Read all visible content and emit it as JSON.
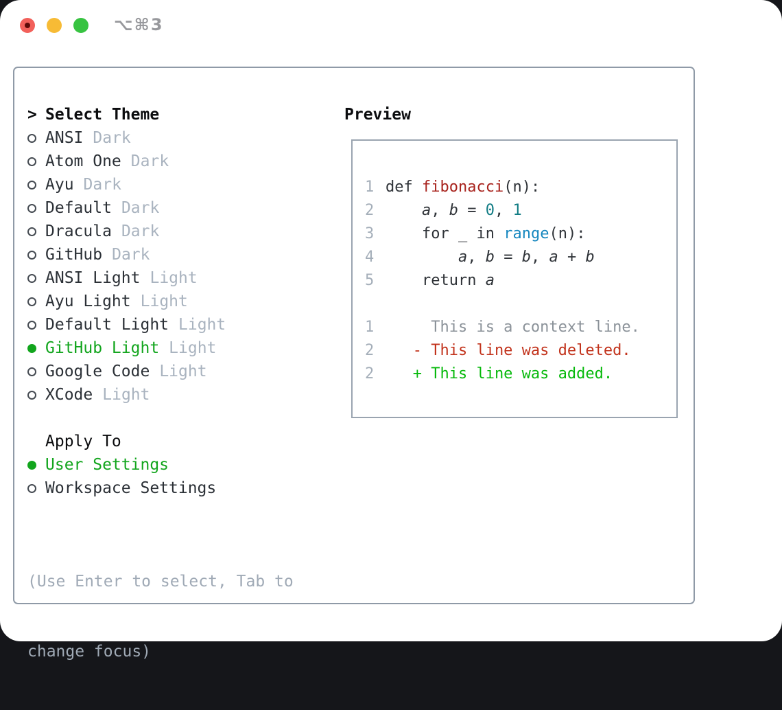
{
  "window": {
    "shortcut_title": "⌥⌘3"
  },
  "theme_panel": {
    "header": {
      "cursor": ">",
      "label": "Select Theme"
    },
    "themes": [
      {
        "name": "ANSI",
        "variant": "Dark",
        "selected": false
      },
      {
        "name": "Atom One",
        "variant": "Dark",
        "selected": false
      },
      {
        "name": "Ayu",
        "variant": "Dark",
        "selected": false
      },
      {
        "name": "Default",
        "variant": "Dark",
        "selected": false
      },
      {
        "name": "Dracula",
        "variant": "Dark",
        "selected": false
      },
      {
        "name": "GitHub",
        "variant": "Dark",
        "selected": false
      },
      {
        "name": "ANSI Light",
        "variant": "Light",
        "selected": false
      },
      {
        "name": "Ayu Light",
        "variant": "Light",
        "selected": false
      },
      {
        "name": "Default Light",
        "variant": "Light",
        "selected": false
      },
      {
        "name": "GitHub Light",
        "variant": "Light",
        "selected": true
      },
      {
        "name": "Google Code",
        "variant": "Light",
        "selected": false
      },
      {
        "name": "XCode",
        "variant": "Light",
        "selected": false
      }
    ],
    "apply_to": {
      "label": "Apply To",
      "options": [
        {
          "name": "User Settings",
          "selected": true
        },
        {
          "name": "Workspace Settings",
          "selected": false
        }
      ]
    },
    "hint_lines": [
      "(Use Enter to select, Tab to",
      "change focus)"
    ]
  },
  "preview": {
    "label": "Preview",
    "code_lines": [
      {
        "num": "1",
        "tokens": [
          {
            "t": "def ",
            "c": "kw"
          },
          {
            "t": "fibonacci",
            "c": "fn"
          },
          {
            "t": "(n):",
            "c": "pl"
          }
        ]
      },
      {
        "num": "2",
        "tokens": [
          {
            "t": "    ",
            "c": "pl"
          },
          {
            "t": "a",
            "c": "var"
          },
          {
            "t": ", ",
            "c": "pl"
          },
          {
            "t": "b",
            "c": "var"
          },
          {
            "t": " = ",
            "c": "pl"
          },
          {
            "t": "0",
            "c": "num"
          },
          {
            "t": ", ",
            "c": "pl"
          },
          {
            "t": "1",
            "c": "num"
          }
        ]
      },
      {
        "num": "3",
        "tokens": [
          {
            "t": "    ",
            "c": "pl"
          },
          {
            "t": "for ",
            "c": "kw"
          },
          {
            "t": "_ ",
            "c": "pl"
          },
          {
            "t": "in ",
            "c": "kw"
          },
          {
            "t": "range",
            "c": "bi"
          },
          {
            "t": "(n):",
            "c": "pl"
          }
        ]
      },
      {
        "num": "4",
        "tokens": [
          {
            "t": "        ",
            "c": "pl"
          },
          {
            "t": "a",
            "c": "var"
          },
          {
            "t": ", ",
            "c": "pl"
          },
          {
            "t": "b",
            "c": "var"
          },
          {
            "t": " = ",
            "c": "pl"
          },
          {
            "t": "b",
            "c": "var"
          },
          {
            "t": ", ",
            "c": "pl"
          },
          {
            "t": "a",
            "c": "var"
          },
          {
            "t": " + ",
            "c": "pl"
          },
          {
            "t": "b",
            "c": "var"
          }
        ]
      },
      {
        "num": "5",
        "tokens": [
          {
            "t": "    ",
            "c": "pl"
          },
          {
            "t": "return ",
            "c": "kw"
          },
          {
            "t": "a",
            "c": "var"
          }
        ]
      }
    ],
    "diff_lines": [
      {
        "num": "1",
        "type": "context",
        "text": "     This is a context line."
      },
      {
        "num": "2",
        "type": "deleted",
        "text": "   - This line was deleted."
      },
      {
        "num": "2",
        "type": "added",
        "text": "   + This line was added."
      }
    ]
  },
  "colors": {
    "accent_green": "#12a51d",
    "added_green": "#06b90b",
    "deleted_red": "#c2331c",
    "function_red": "#a8231d",
    "number_teal": "#117c84",
    "builtin_blue": "#1687bf",
    "muted_gray": "#a9b3bf",
    "hint_gray": "#a0aab6",
    "line_number_gray": "#a4aeb9",
    "context_gray": "#8b9299",
    "text_dark": "#2b3036",
    "panel_border": "#8f9aa7",
    "preview_border": "#9aa4b0",
    "traffic_red": "#f2605a",
    "traffic_red_dot": "#5e0a07",
    "traffic_yellow": "#f7bb35",
    "traffic_green": "#37c341"
  }
}
